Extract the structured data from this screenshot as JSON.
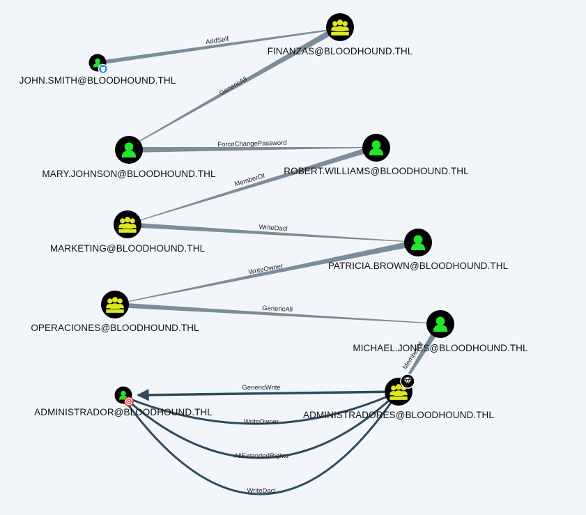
{
  "colors": {
    "background": "#f2f5fa",
    "node_fill": "#000000",
    "user_icon": "#22e52c",
    "group_icon": "#dee81f",
    "edge_light": "#7a8d99",
    "edge_dark": "#2e4c5e",
    "owned_badge": "#2b8be0",
    "target_badge": "#e02020"
  },
  "nodes": [
    {
      "id": "john",
      "type": "user",
      "label": "JOHN.SMITH@BLOODHOUND.THL",
      "badge": "owned-shield-icon"
    },
    {
      "id": "finanzas",
      "type": "group",
      "label": "FINANZAS@BLOODHOUND.THL"
    },
    {
      "id": "mary",
      "type": "user",
      "label": "MARY.JOHNSON@BLOODHOUND.THL"
    },
    {
      "id": "robert",
      "type": "user",
      "label": "ROBERT.WILLIAMS@BLOODHOUND.THL"
    },
    {
      "id": "marketing",
      "type": "group",
      "label": "MARKETING@BLOODHOUND.THL"
    },
    {
      "id": "patricia",
      "type": "user",
      "label": "PATRICIA.BROWN@BLOODHOUND.THL"
    },
    {
      "id": "operaciones",
      "type": "group",
      "label": "OPERACIONES@BLOODHOUND.THL"
    },
    {
      "id": "michael",
      "type": "user",
      "label": "MICHAEL.JONES@BLOODHOUND.THL"
    },
    {
      "id": "administrador",
      "type": "user",
      "label": "ADMINISTRADOR@BLOODHOUND.THL",
      "badge": "target-icon"
    },
    {
      "id": "administradores",
      "type": "group",
      "label": "ADMINISTRADORES@BLOODHOUND.THL",
      "badge": "high-value-gem-icon"
    }
  ],
  "edges": [
    {
      "id": "e1",
      "from": "john",
      "to": "finanzas",
      "label": "AddSelf"
    },
    {
      "id": "e2",
      "from": "finanzas",
      "to": "mary",
      "label": "GenericAll"
    },
    {
      "id": "e3",
      "from": "mary",
      "to": "robert",
      "label": "ForceChangePassword"
    },
    {
      "id": "e4",
      "from": "robert",
      "to": "marketing",
      "label": "MemberOf"
    },
    {
      "id": "e5",
      "from": "marketing",
      "to": "patricia",
      "label": "WriteDacl"
    },
    {
      "id": "e6",
      "from": "patricia",
      "to": "operaciones",
      "label": "WriteOwner"
    },
    {
      "id": "e7",
      "from": "operaciones",
      "to": "michael",
      "label": "GenericAll"
    },
    {
      "id": "e8",
      "from": "michael",
      "to": "administradores",
      "label": "MemberOf"
    },
    {
      "id": "e9",
      "from": "administradores",
      "to": "administrador",
      "label": "GenericWrite"
    },
    {
      "id": "e10",
      "from": "administradores",
      "to": "administrador",
      "label": "WriteOwner"
    },
    {
      "id": "e11",
      "from": "administradores",
      "to": "administrador",
      "label": "AllExtendedRights"
    },
    {
      "id": "e12",
      "from": "administradores",
      "to": "administrador",
      "label": "WriteDacl"
    }
  ]
}
